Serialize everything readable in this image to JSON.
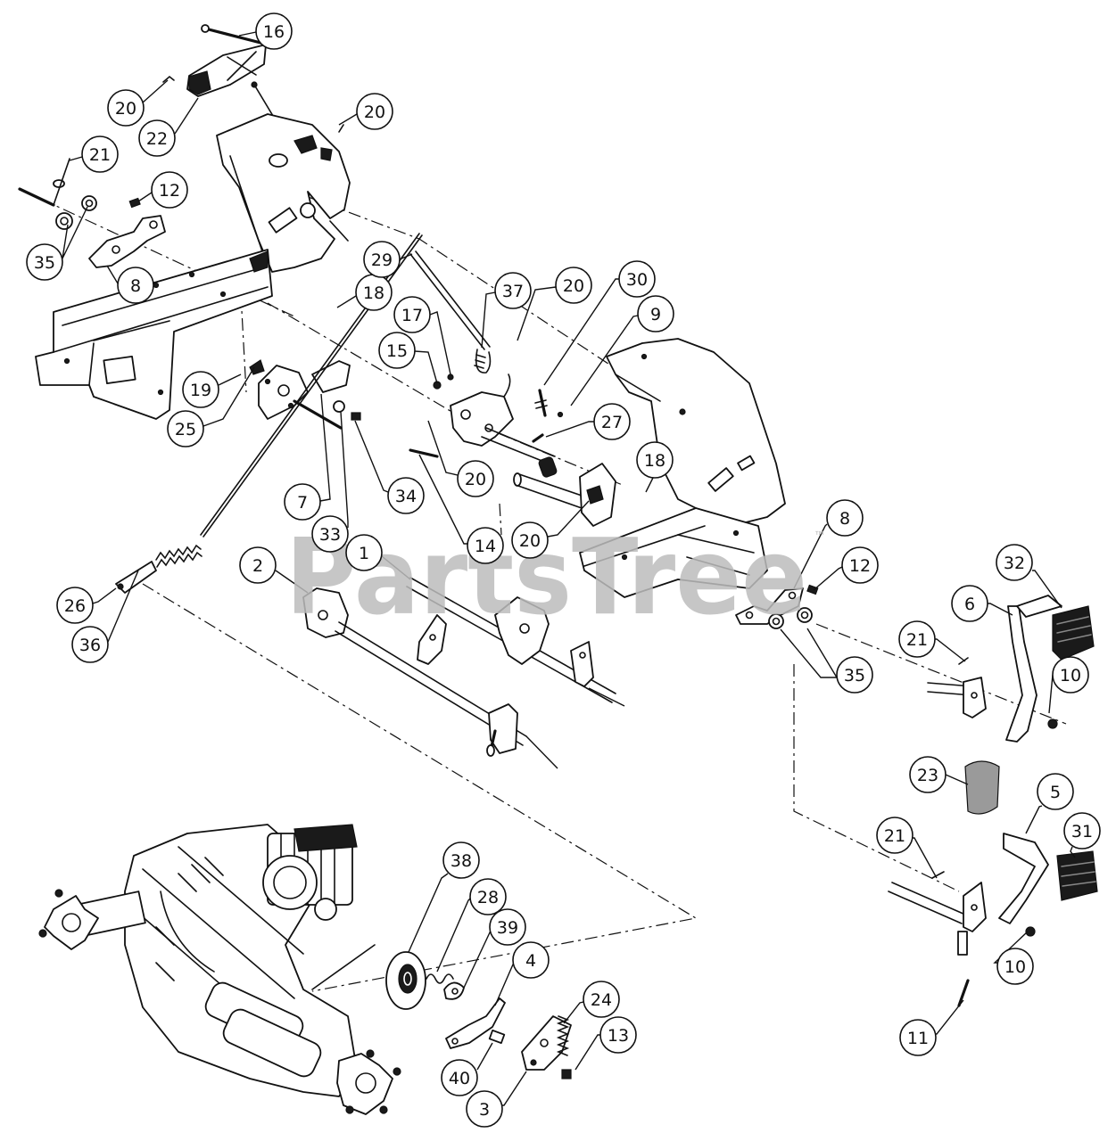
{
  "callouts": [
    "16",
    "20",
    "22",
    "20",
    "21",
    "12",
    "35",
    "8",
    "18",
    "29",
    "37",
    "20",
    "30",
    "17",
    "9",
    "15",
    "19",
    "25",
    "27",
    "34",
    "7",
    "20",
    "18",
    "33",
    "14",
    "20",
    "2",
    "1",
    "8",
    "12",
    "32",
    "6",
    "26",
    "36",
    "21",
    "10",
    "35",
    "23",
    "5",
    "31",
    "21",
    "38",
    "28",
    "39",
    "4",
    "24",
    "13",
    "10",
    "11",
    "40",
    "3"
  ],
  "watermark": {
    "text": "PartsTree",
    "mark": "™"
  }
}
